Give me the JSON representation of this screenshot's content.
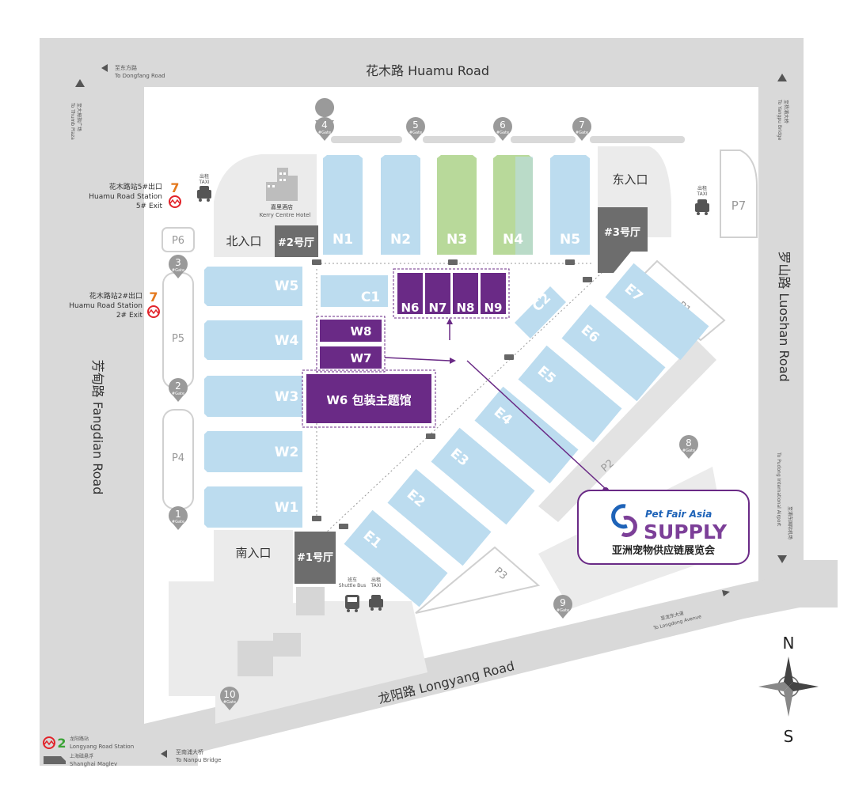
{
  "roads": {
    "north": "花木路 Huamu Road",
    "east": "罗山路 Luoshan Road",
    "south": "龙阳路 Longyang Road",
    "west": "芳甸路 Fangdian Road"
  },
  "directions": {
    "to_dongfang_cn": "至东方路",
    "to_dongfang_en": "To Dongfang Road",
    "to_thumb_cn": "至大拇指广场",
    "to_thumb_en": "To Thumb Plaza",
    "to_yangpu_cn": "至杨浦大桥",
    "to_yangpu_en": "To Yangpu Bridge",
    "to_airport_cn": "至浦东国际机场",
    "to_airport_en": "To Pudong International Airport",
    "to_longdong_cn": "至龙东大道",
    "to_longdong_en": "To Longdong Avenue",
    "to_nanpu_cn": "至南浦大桥",
    "to_nanpu_en": "To Nanpu Bridge"
  },
  "metro": {
    "line7_num": "7",
    "exit5_cn": "花木路站5#出口",
    "exit5_en1": "Huamu Road Station",
    "exit5_en2": "5# Exit",
    "exit2_cn": "花木路站2#出口",
    "exit2_en1": "Huamu Road Station",
    "exit2_en2": "2# Exit",
    "line2_num": "2",
    "longyang_cn": "龙阳路站",
    "longyang_en": "Longyang Road Station",
    "maglev_cn": "上海磁悬浮",
    "maglev_en": "Shanghai Maglev"
  },
  "taxi": {
    "cn": "出租",
    "en": "TAXI"
  },
  "shuttle": {
    "cn": "班车",
    "en": "Shuttle Bus"
  },
  "hotel": {
    "cn": "嘉里酒店",
    "en": "Kerry Centre Hotel"
  },
  "entrances": {
    "north": "北入口",
    "east": "东入口",
    "south": "南入口",
    "hall1": "#1号厅",
    "hall2": "#2号厅",
    "hall3": "#3号厅"
  },
  "gates": {
    "sub": "#Gate",
    "g1": "1",
    "g2": "2",
    "g3": "3",
    "g4": "4",
    "g5": "5",
    "g6": "6",
    "g7": "7",
    "g8": "8",
    "g9": "9",
    "g10": "10"
  },
  "parking": {
    "p1": "P1",
    "p2": "P2",
    "p3": "P3",
    "p4": "P4",
    "p5": "P5",
    "p6": "P6",
    "p7": "P7"
  },
  "halls": {
    "n1": "N1",
    "n2": "N2",
    "n3": "N3",
    "n4": "N4",
    "n5": "N5",
    "n6": "N6",
    "n7": "N7",
    "n8": "N8",
    "n9": "N9",
    "w1": "W1",
    "w2": "W2",
    "w3": "W3",
    "w4": "W4",
    "w5": "W5",
    "w6": "W6 包装主题馆",
    "w7": "W7",
    "w8": "W8",
    "c1": "C1",
    "c2": "C2",
    "e1": "E1",
    "e2": "E2",
    "e3": "E3",
    "e4": "E4",
    "e5": "E5",
    "e6": "E6",
    "e7": "E7"
  },
  "logo": {
    "line1": "Pet Fair Asia",
    "line2": "SUPPLY",
    "line3": "亚洲宠物供应链展览会"
  },
  "compass": {
    "north": "N",
    "south": "S"
  },
  "colors": {
    "road": "#d9d9d9",
    "hall_blue": "#bcdcef",
    "hall_green": "#b8d99a",
    "hall_purple": "#6a2a86",
    "entrance_gray": "#6d6d6d",
    "metro_red": "#e2232a",
    "line7_orange": "#e4791e"
  }
}
